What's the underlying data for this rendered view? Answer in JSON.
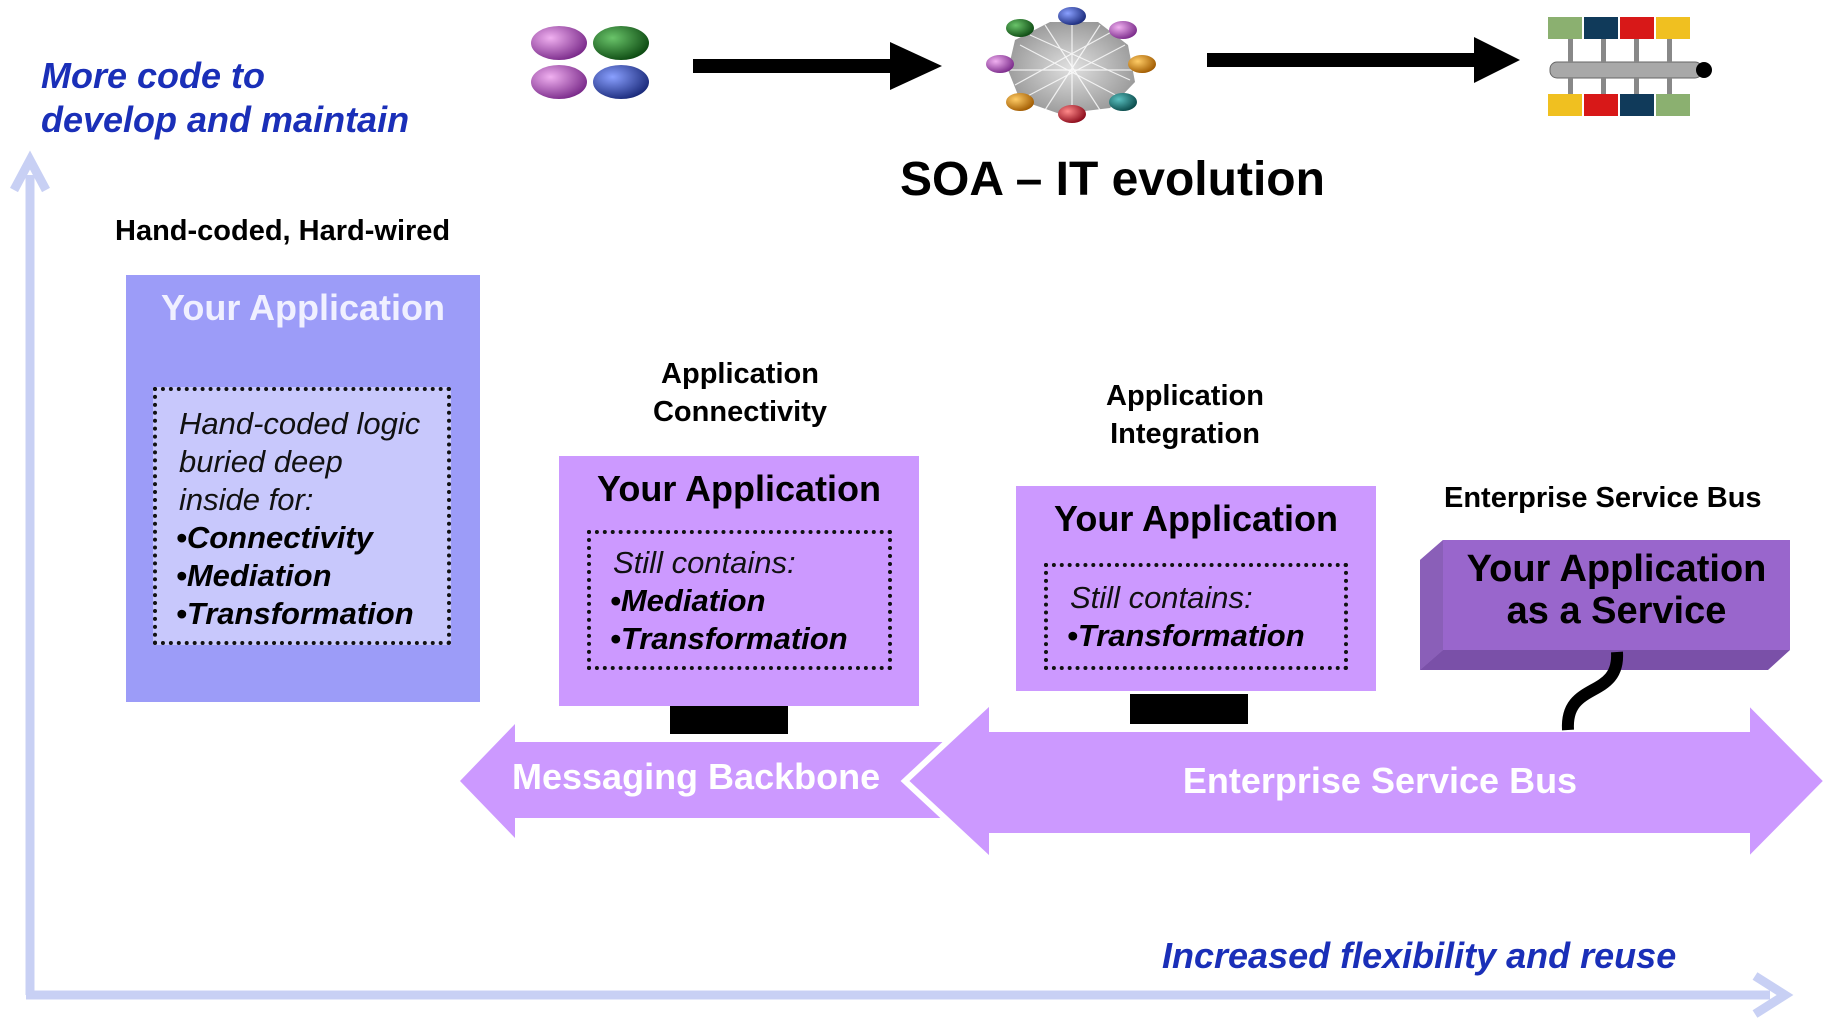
{
  "y_axis_label": [
    "More code to",
    "develop and maintain"
  ],
  "x_axis_label": "Increased flexibility and reuse",
  "title": "SOA – IT evolution",
  "stages": [
    {
      "heading": "Hand-coded, Hard-wired",
      "app_title": "Your Application",
      "lead": [
        "Hand-coded logic",
        "buried deep",
        "inside for:"
      ],
      "bullets": [
        "•Connectivity",
        "•Mediation",
        "•Transformation"
      ]
    },
    {
      "heading": [
        "Application",
        "Connectivity"
      ],
      "app_title": "Your Application",
      "lead": [
        "Still contains:"
      ],
      "bullets": [
        "•Mediation",
        "•Transformation"
      ]
    },
    {
      "heading": [
        "Application",
        "Integration"
      ],
      "app_title": "Your Application",
      "lead": [
        "Still contains:"
      ],
      "bullets": [
        "•Transformation"
      ]
    },
    {
      "heading": "Enterprise Service Bus",
      "app_title": [
        "Your Application",
        "as a Service"
      ]
    }
  ],
  "bands": {
    "messaging": "Messaging Backbone",
    "esb": "Enterprise Service Bus"
  },
  "colors": {
    "axis": "#c8d0f4",
    "axis_label": "#1a2fb8",
    "stage1_outer": "#9c9cf8",
    "stage1_inner": "#c8c8fc",
    "stage_purple": "#cc99ff",
    "band": "#cc99ff",
    "service_box": "#9966cc"
  },
  "icons": [
    "ellipses-cluster-icon",
    "mesh-network-icon",
    "service-bus-blocks-icon",
    "right-arrow-icon"
  ]
}
